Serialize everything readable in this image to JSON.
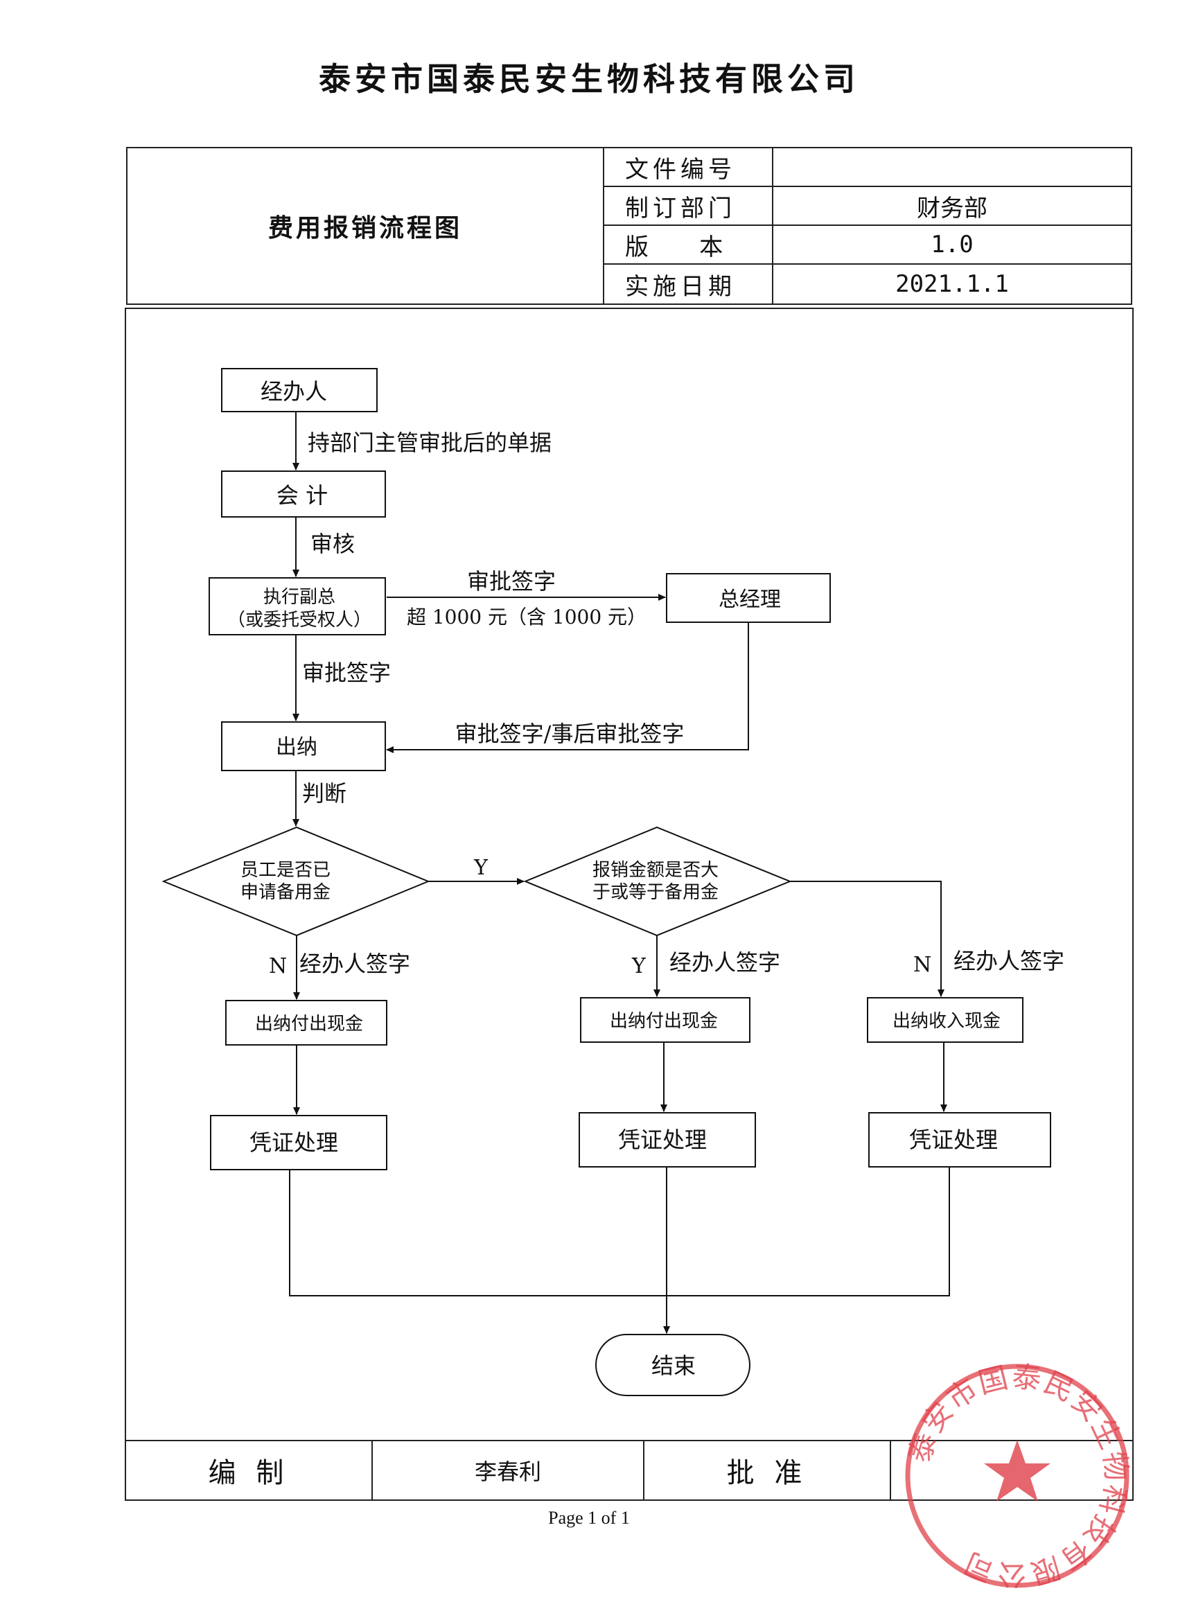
{
  "company": "泰安市国泰民安生物科技有限公司",
  "doc_title": "费用报销流程图",
  "meta": [
    {
      "label": "文件编号",
      "value": ""
    },
    {
      "label": "制订部门",
      "value": "财务部"
    },
    {
      "label": "版    本",
      "value": "1.0"
    },
    {
      "label": "实施日期",
      "value": "2021.1.1"
    }
  ],
  "flow": {
    "nodes": {
      "handler": "经办人",
      "accountant": "会 计",
      "vp_line1": "执行副总",
      "vp_line2": "（或委托受权人）",
      "gm": "总经理",
      "cashier": "出纳",
      "q1_line1": "员工是否已",
      "q1_line2": "申请备用金",
      "q2_line1": "报销金额是否大",
      "q2_line2": "于或等于备用金",
      "pay1": "出纳付出现金",
      "pay2": "出纳付出现金",
      "receive": "出纳收入现金",
      "voucher1": "凭证处理",
      "voucher2": "凭证处理",
      "voucher3": "凭证处理",
      "end": "结束"
    },
    "edges": {
      "e1": "持部门主管审批后的单据",
      "e2": "审核",
      "e3_top": "审批签字",
      "e3_bottom": "超 1000 元（含 1000 元）",
      "e4": "审批签字",
      "e5": "审批签字/事后审批签字",
      "e6": "判断",
      "y1": "Y",
      "n1": "N",
      "y2": "Y",
      "n2": "N",
      "sign1": "经办人签字",
      "sign2": "经办人签字",
      "sign3": "经办人签字"
    }
  },
  "footer": {
    "prepared_label": "编 制",
    "prepared_value": "李春利",
    "approved_label": "批 准",
    "approved_value": ""
  },
  "page": "Page 1 of 1",
  "stamp_text": "泰安市国泰民安生物科技有限公司",
  "colors": {
    "ink": "#111111",
    "stamp": "#e0404a"
  }
}
